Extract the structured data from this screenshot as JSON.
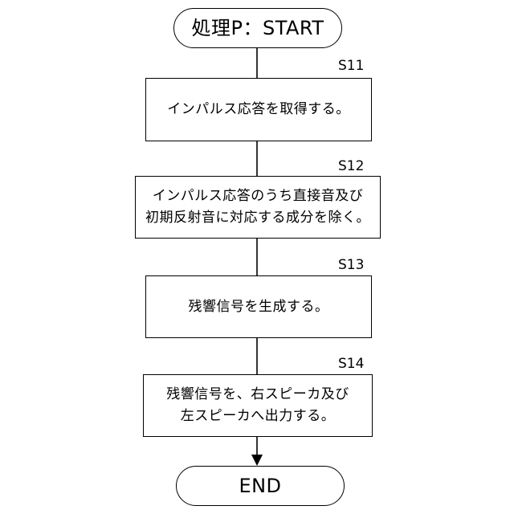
{
  "start": {
    "label": "処理P：START"
  },
  "steps": [
    {
      "id": "S11",
      "lines": [
        "インパルス応答を取得する。"
      ]
    },
    {
      "id": "S12",
      "lines": [
        "インパルス応答のうち直接音及び",
        "初期反射音に対応する成分を除く。"
      ]
    },
    {
      "id": "S13",
      "lines": [
        "残響信号を生成する。"
      ]
    },
    {
      "id": "S14",
      "lines": [
        "残響信号を、右スピーカ及び",
        "左スピーカへ出力する。"
      ]
    }
  ],
  "end": {
    "label": "END"
  }
}
